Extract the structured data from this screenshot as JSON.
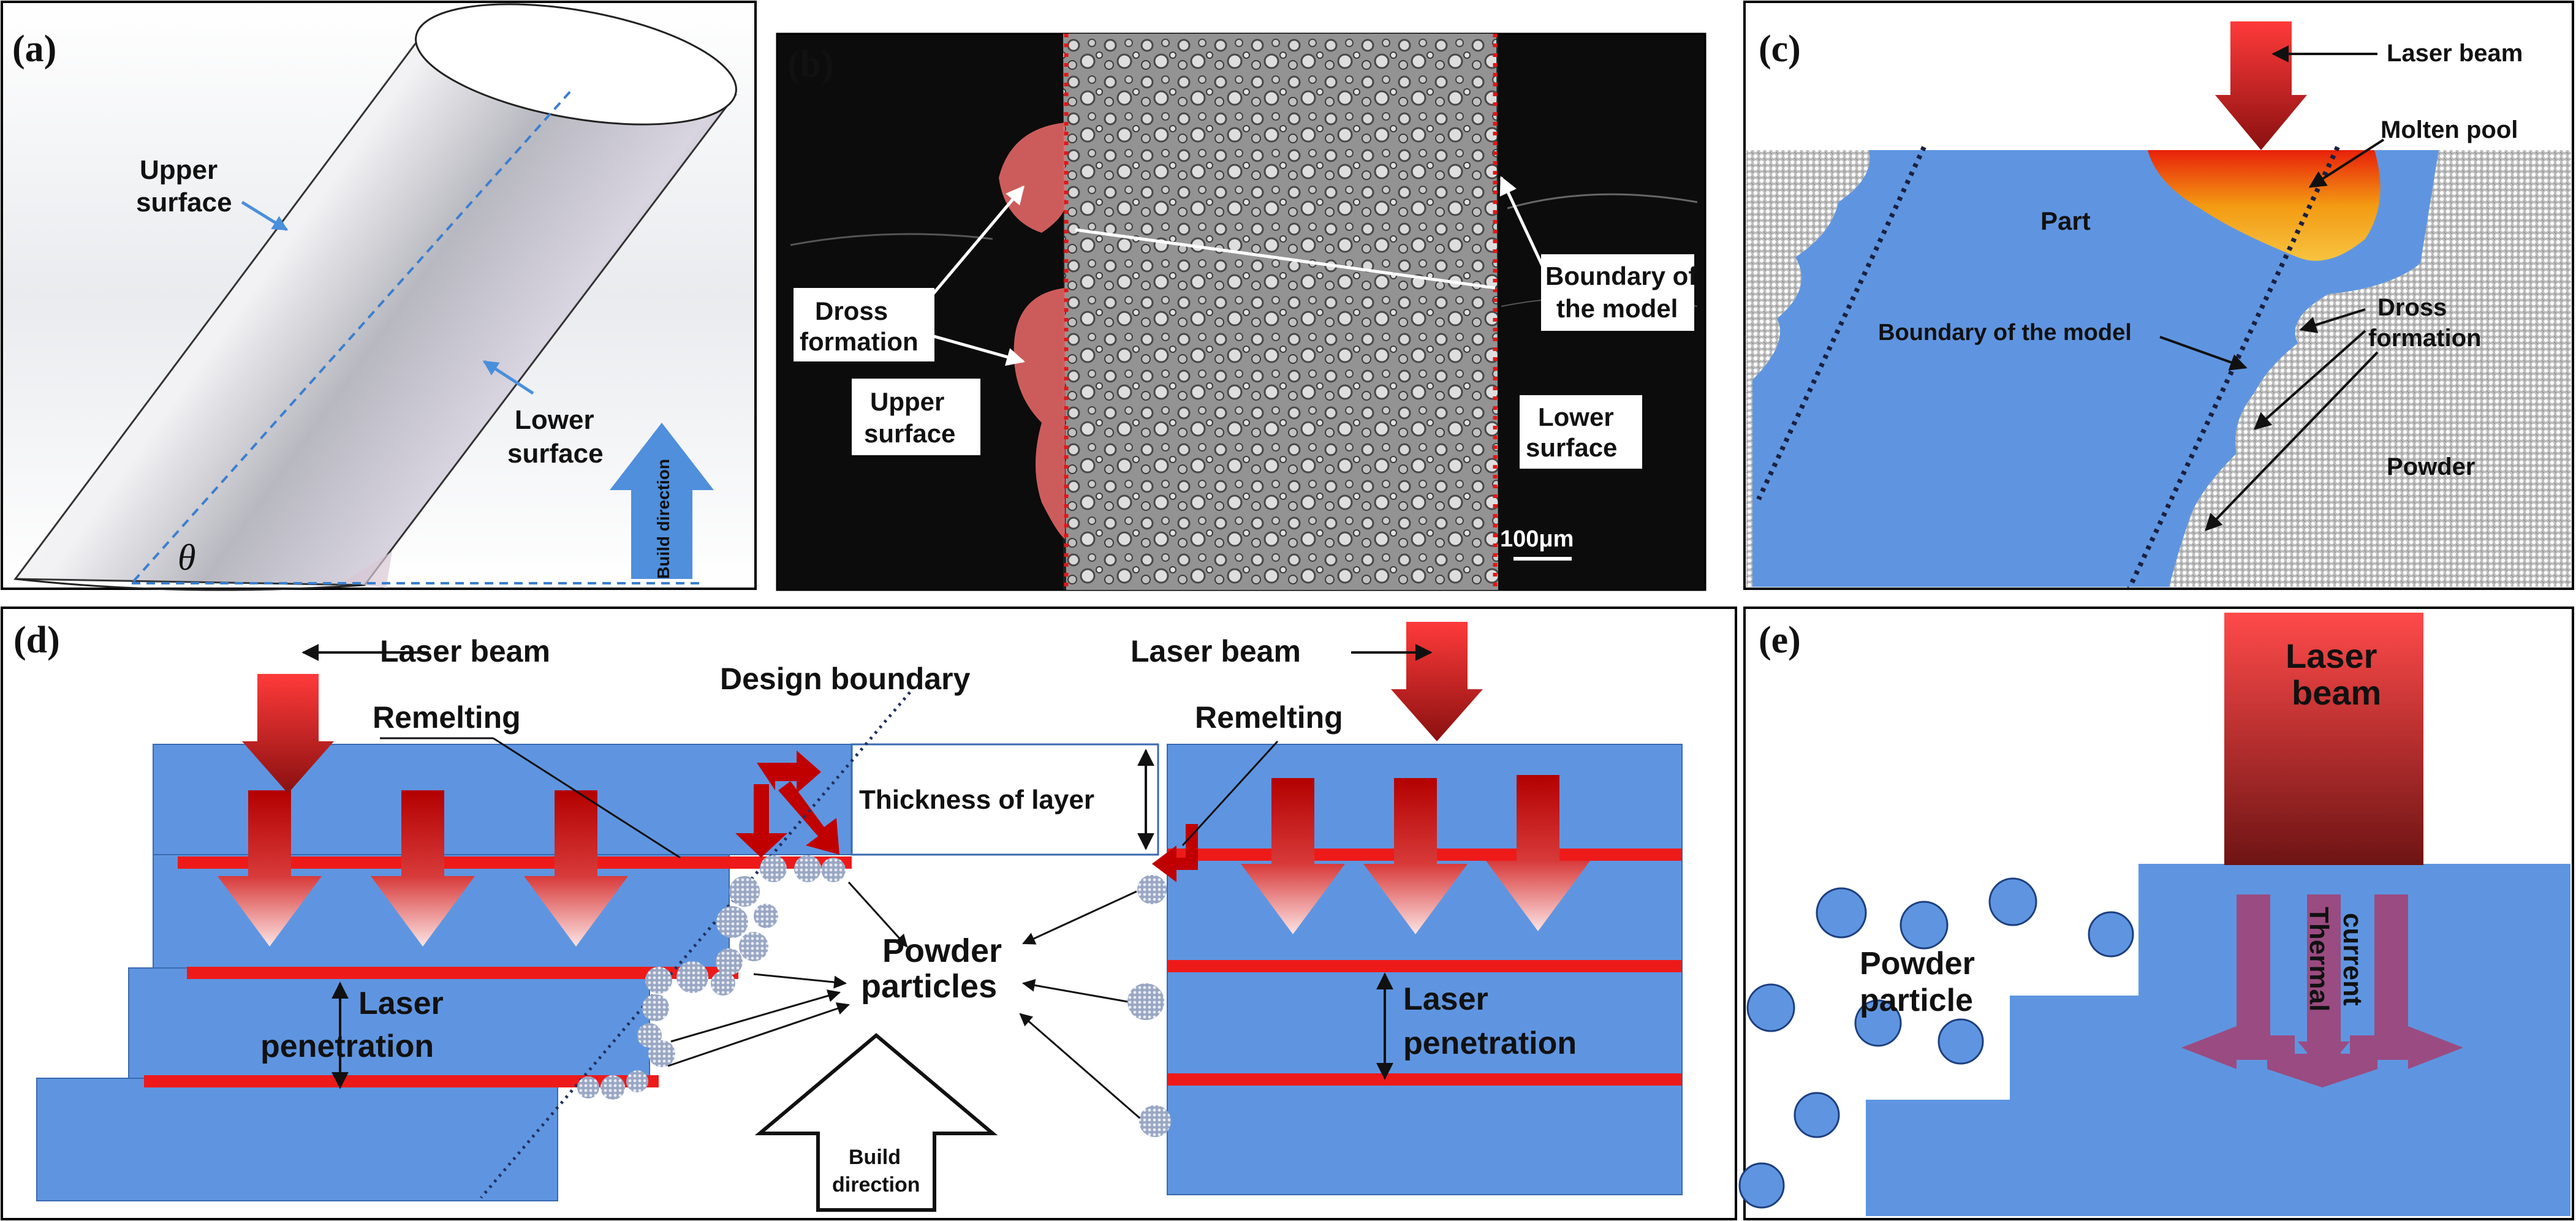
{
  "panels": {
    "a": {
      "label": "(a)",
      "upper_surface": [
        "Upper",
        "surface"
      ],
      "lower_surface": [
        "Lower",
        "surface"
      ],
      "angle_symbol": "θ",
      "build_direction": "Build direction"
    },
    "b": {
      "label": "(b)",
      "dross_formation": [
        "Dross",
        "formation"
      ],
      "upper_surface": [
        "Upper",
        "surface"
      ],
      "boundary": [
        "Boundary of",
        "the model"
      ],
      "lower_surface": [
        "Lower",
        "surface"
      ],
      "scale_bar": "100μm"
    },
    "c": {
      "label": "(c)",
      "laser_beam": "Laser beam",
      "molten_pool": "Molten pool",
      "part": "Part",
      "boundary": "Boundary of the model",
      "dross_formation": [
        "Dross",
        "formation"
      ],
      "powder": "Powder"
    },
    "d": {
      "label": "(d)",
      "laser_beam_left": "Laser beam",
      "laser_beam_right": "Laser beam",
      "design_boundary": "Design boundary",
      "remelting_left": "Remelting",
      "remelting_right": "Remelting",
      "thickness_of_layer": "Thickness of layer",
      "powder_particles": [
        "Powder",
        "particles"
      ],
      "laser_penetration_left": [
        "Laser",
        "penetration"
      ],
      "laser_penetration_right": [
        "Laser",
        "penetration"
      ],
      "build_direction": [
        "Build",
        "direction"
      ]
    },
    "e": {
      "label": "(e)",
      "laser_beam": [
        "Laser",
        "beam"
      ],
      "powder_particle": [
        "Powder",
        "particle"
      ],
      "thermal_current": [
        "Thermal",
        "current"
      ]
    }
  },
  "colors": {
    "part_blue": "#5f95e0",
    "laser_red": "#e02020",
    "dark_red": "#b00000",
    "build_arrow_blue": "#4f8fdc",
    "thermal_purple": "#a0457a"
  }
}
